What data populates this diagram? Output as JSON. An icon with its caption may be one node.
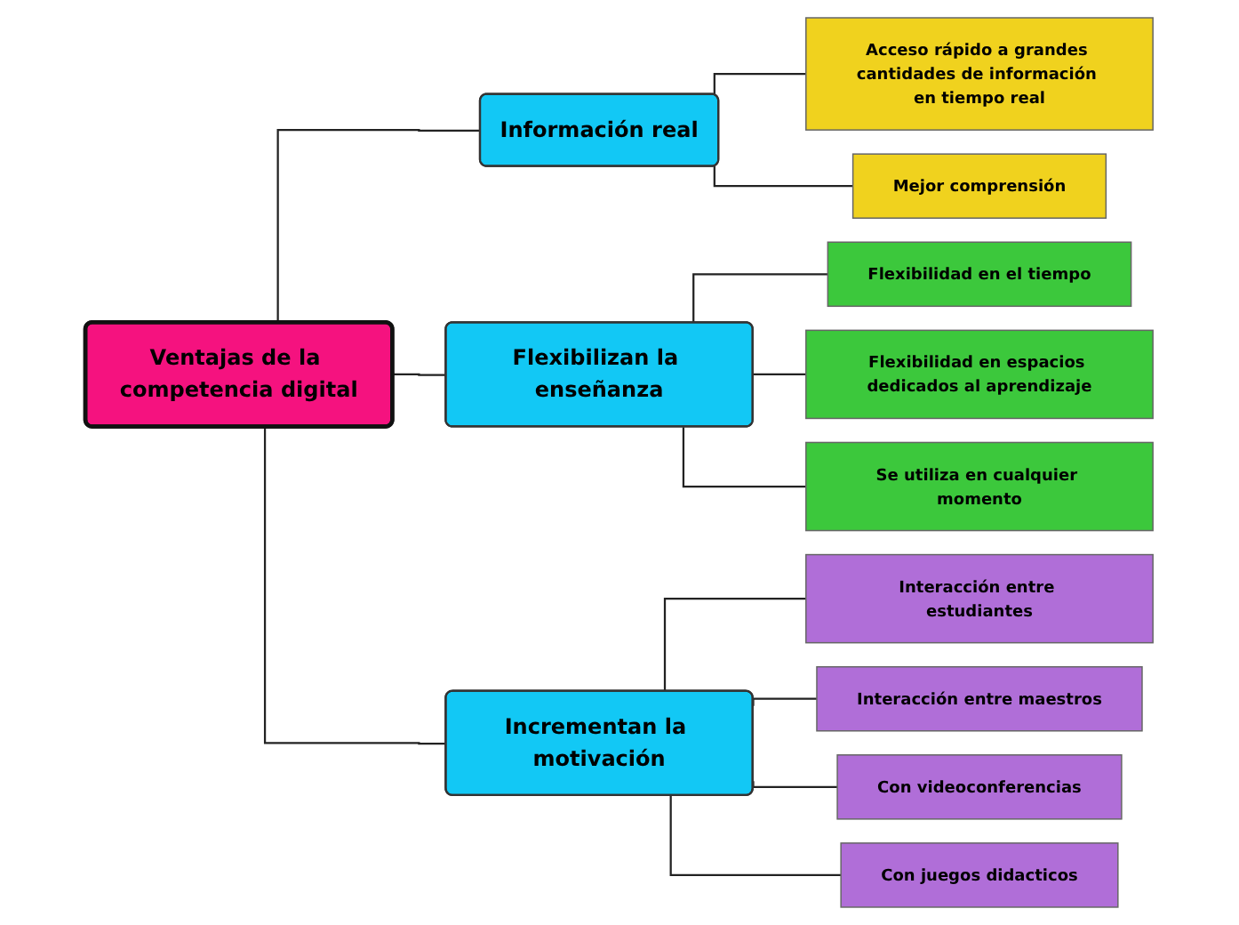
{
  "diagram": {
    "nodes": [
      {
        "text": [
          "Ventajas de la competencia digital"
        ]
      },
      {
        "text": [
          "Información real"
        ]
      },
      {
        "text": [
          "Flexibilizan la enseñanza"
        ]
      },
      {
        "text": [
          "Incrementan la motivación"
        ]
      },
      {
        "text": [
          "Acceso rápido a grandes cantidades de información en tiempo real"
        ]
      },
      {
        "text": [
          "Mejor comprensión"
        ]
      },
      {
        "text": [
          "Flexibilidad en el tiempo"
        ]
      },
      {
        "text": [
          "Flexibilidad en espacios dedicados al aprendizaje"
        ]
      },
      {
        "text": [
          "Se utiliza en cualquier momento"
        ]
      },
      {
        "text": [
          "Interacción entre estudiantes"
        ]
      },
      {
        "text": [
          "Interacción entre maestros"
        ]
      },
      {
        "text": [
          "Con videoconferencias"
        ]
      },
      {
        "text": [
          "Con juegos didacticos"
        ]
      }
    ],
    "edges": [
      {
        "from": 0,
        "to": 1,
        "arrow": "none"
      },
      {
        "from": 0,
        "to": 2,
        "arrow": "none"
      },
      {
        "from": 0,
        "to": 3,
        "arrow": "none"
      },
      {
        "from": 1,
        "to": 4,
        "arrow": "none"
      },
      {
        "from": 1,
        "to": 5,
        "arrow": "none"
      },
      {
        "from": 2,
        "to": 6,
        "arrow": "none"
      },
      {
        "from": 2,
        "to": 7,
        "arrow": "none"
      },
      {
        "from": 2,
        "to": 8,
        "arrow": "none"
      },
      {
        "from": 3,
        "to": 9,
        "arrow": "none"
      },
      {
        "from": 3,
        "to": 10,
        "arrow": "none"
      },
      {
        "from": 3,
        "to": 11,
        "arrow": "none"
      },
      {
        "from": 3,
        "to": 12,
        "arrow": "none"
      }
    ]
  }
}
